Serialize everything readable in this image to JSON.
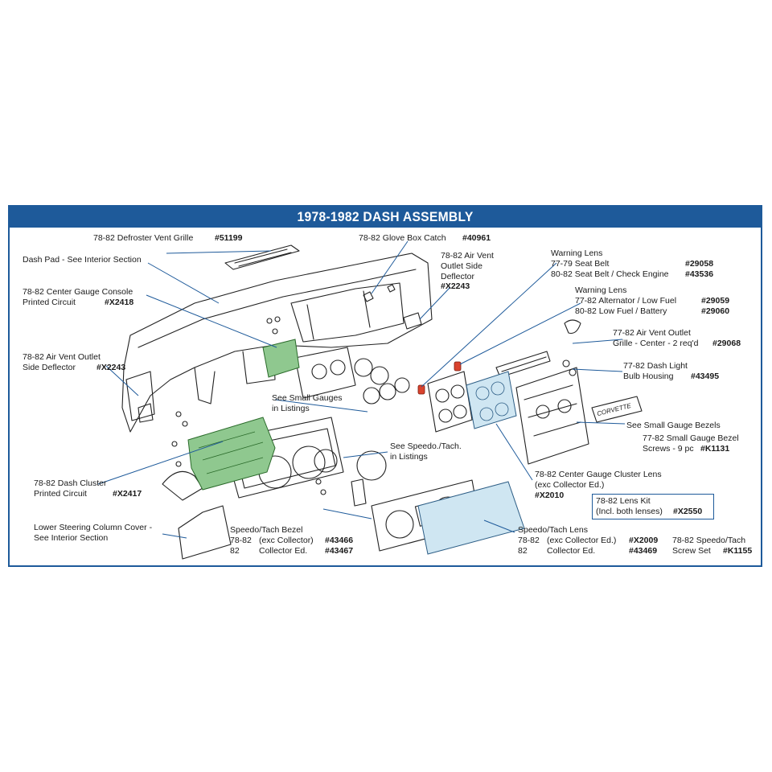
{
  "title": "1978-1982 DASH ASSEMBLY",
  "colors": {
    "header": "#1e5a9a",
    "line": "#1e5a9a",
    "green_parts": "#8fc88f",
    "blue_lens": "#cfe6f2",
    "red_lens": "#d9432e"
  },
  "callouts": {
    "defroster": {
      "text": "78-82  Defroster Vent Grille",
      "part": "#51199"
    },
    "glove_box": {
      "text": "78-82  Glove Box Catch",
      "part": "#40961"
    },
    "dash_pad": {
      "text": "Dash Pad - See Interior Section"
    },
    "air_vent_side_right": {
      "line1": "78-82  Air Vent",
      "line2": "Outlet Side",
      "line3": "Deflector",
      "part": "#X2243"
    },
    "center_console": {
      "line1": "78-82  Center Gauge Console",
      "line2": "Printed Circuit",
      "part": "#X2418"
    },
    "air_vent_side_left": {
      "line1": "78-82  Air Vent Outlet",
      "line2": "Side Deflector",
      "part": "#X2243"
    },
    "small_gauges": {
      "line1": "See Small Gauges",
      "line2": "in Listings"
    },
    "warning_lens_1": {
      "heading": "Warning Lens",
      "r1_text": "77-79   Seat Belt",
      "r1_part": "#29058",
      "r2_text": "80-82  Seat Belt / Check Engine",
      "r2_part": "#43536"
    },
    "warning_lens_2": {
      "heading": "Warning Lens",
      "r1_text": "77-82   Alternator / Low Fuel",
      "r1_part": "#29059",
      "r2_text": "80-82  Low Fuel / Battery",
      "r2_part": "#29060"
    },
    "air_vent_grille": {
      "line1": "77-82  Air Vent Outlet",
      "line2": "Grille - Center - 2 req'd",
      "part": "#29068"
    },
    "dash_light": {
      "line1": "77-82  Dash Light",
      "line2": "Bulb Housing",
      "part": "#43495"
    },
    "small_gauge_bezels": {
      "text": "See Small Gauge Bezels"
    },
    "bezel_screws": {
      "line1": "77-82 Small Gauge Bezel",
      "line2": "Screws - 9 pc",
      "part": "#K1131"
    },
    "center_lens": {
      "line1": "78-82 Center Gauge Cluster Lens",
      "line2": "(exc Collector Ed.)",
      "part": "#X2010"
    },
    "lens_kit": {
      "line1": "78-82  Lens Kit",
      "line2": "(Incl. both lenses)",
      "part": "#X2550"
    },
    "speedo_tach_listings": {
      "line1": "See Speedo./Tach.",
      "line2": "in Listings"
    },
    "dash_cluster": {
      "line1": "78-82  Dash Cluster",
      "line2": "Printed Circuit",
      "part": "#X2417"
    },
    "steering_cover": {
      "line1": "Lower Steering Column Cover -",
      "line2": "See Interior Section"
    },
    "speedo_bezel": {
      "heading": "Speedo/Tach Bezel",
      "r1_a": "78-82",
      "r1_b": "(exc Collector)",
      "r1_part": "#43466",
      "r2_a": "82",
      "r2_b": "Collector Ed.",
      "r2_part": "#43467"
    },
    "speedo_lens": {
      "heading": "Speedo/Tach Lens",
      "r1_a": "78-82",
      "r1_b": "(exc Collector Ed.)",
      "r1_part": "#X2009",
      "r2_a": "82",
      "r2_b": "Collector Ed.",
      "r2_part": "#43469"
    },
    "speedo_screw": {
      "line1": "78-82 Speedo/Tach",
      "line2": "Screw Set",
      "part": "#K1155"
    }
  },
  "emblem": {
    "text": "CORVETTE"
  }
}
